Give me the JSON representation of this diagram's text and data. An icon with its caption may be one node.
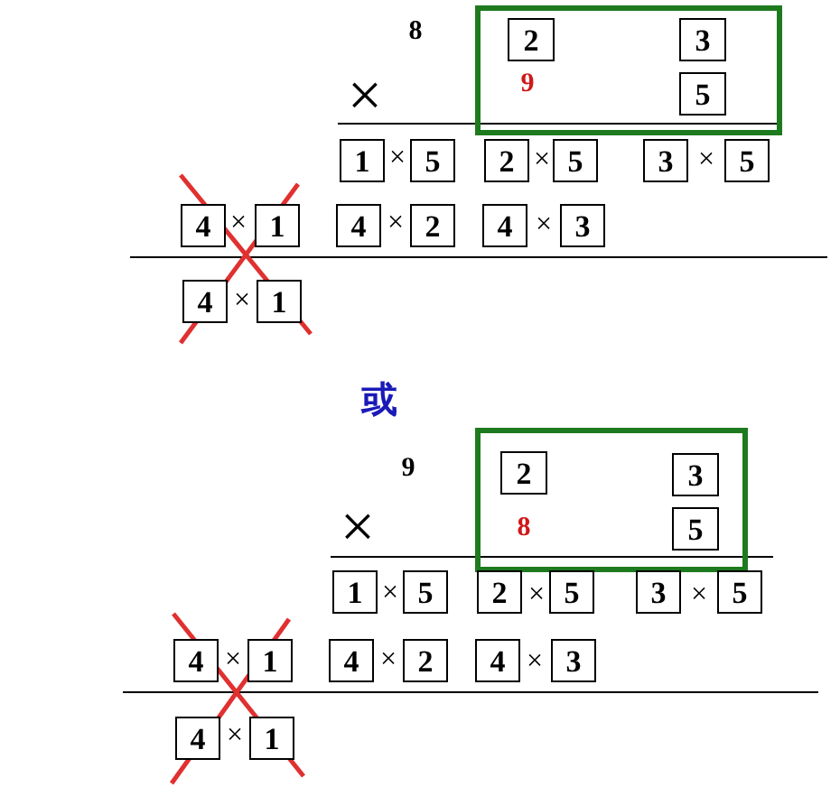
{
  "diagram": {
    "nodes": [
      {
        "text": [],
        "shape": "box"
      },
      {
        "text": [
          "2"
        ],
        "in": 0
      },
      {
        "text": [
          "3"
        ],
        "in": 0
      },
      {
        "text": [
          "5"
        ],
        "in": 0
      },
      {
        "text": [
          "1"
        ]
      },
      {
        "text": [
          "5"
        ]
      },
      {
        "text": [
          "2"
        ]
      },
      {
        "text": [
          "5"
        ]
      },
      {
        "text": [
          "3"
        ]
      },
      {
        "text": [
          "5"
        ]
      },
      {
        "text": [
          "4"
        ]
      },
      {
        "text": [
          "1"
        ]
      },
      {
        "text": [
          "4"
        ]
      },
      {
        "text": [
          "2"
        ]
      },
      {
        "text": [
          "4"
        ]
      },
      {
        "text": [
          "3"
        ]
      },
      {
        "text": [
          "4"
        ]
      },
      {
        "text": [
          "1"
        ]
      },
      {
        "text": [],
        "shape": "box"
      },
      {
        "text": [
          "2"
        ],
        "in": 18
      },
      {
        "text": [
          "3"
        ],
        "in": 18
      },
      {
        "text": [
          "5"
        ],
        "in": 18
      },
      {
        "text": [
          "1"
        ]
      },
      {
        "text": [
          "5"
        ]
      },
      {
        "text": [
          "2"
        ]
      },
      {
        "text": [
          "5"
        ]
      },
      {
        "text": [
          "3"
        ]
      },
      {
        "text": [
          "5"
        ]
      },
      {
        "text": [
          "4"
        ]
      },
      {
        "text": [
          "1"
        ]
      },
      {
        "text": [
          "4"
        ]
      },
      {
        "text": [
          "2"
        ]
      },
      {
        "text": [
          "4"
        ]
      },
      {
        "text": [
          "3"
        ]
      },
      {
        "text": [
          "4"
        ]
      },
      {
        "text": [
          "1"
        ]
      }
    ],
    "edges": [],
    "labels": [
      "8",
      "9",
      "×",
      "×",
      "×",
      "×",
      "×",
      "×",
      "×",
      "×",
      "或",
      "9",
      "8",
      "×",
      "×",
      "×",
      "×",
      "×",
      "×",
      "×",
      "×"
    ]
  }
}
